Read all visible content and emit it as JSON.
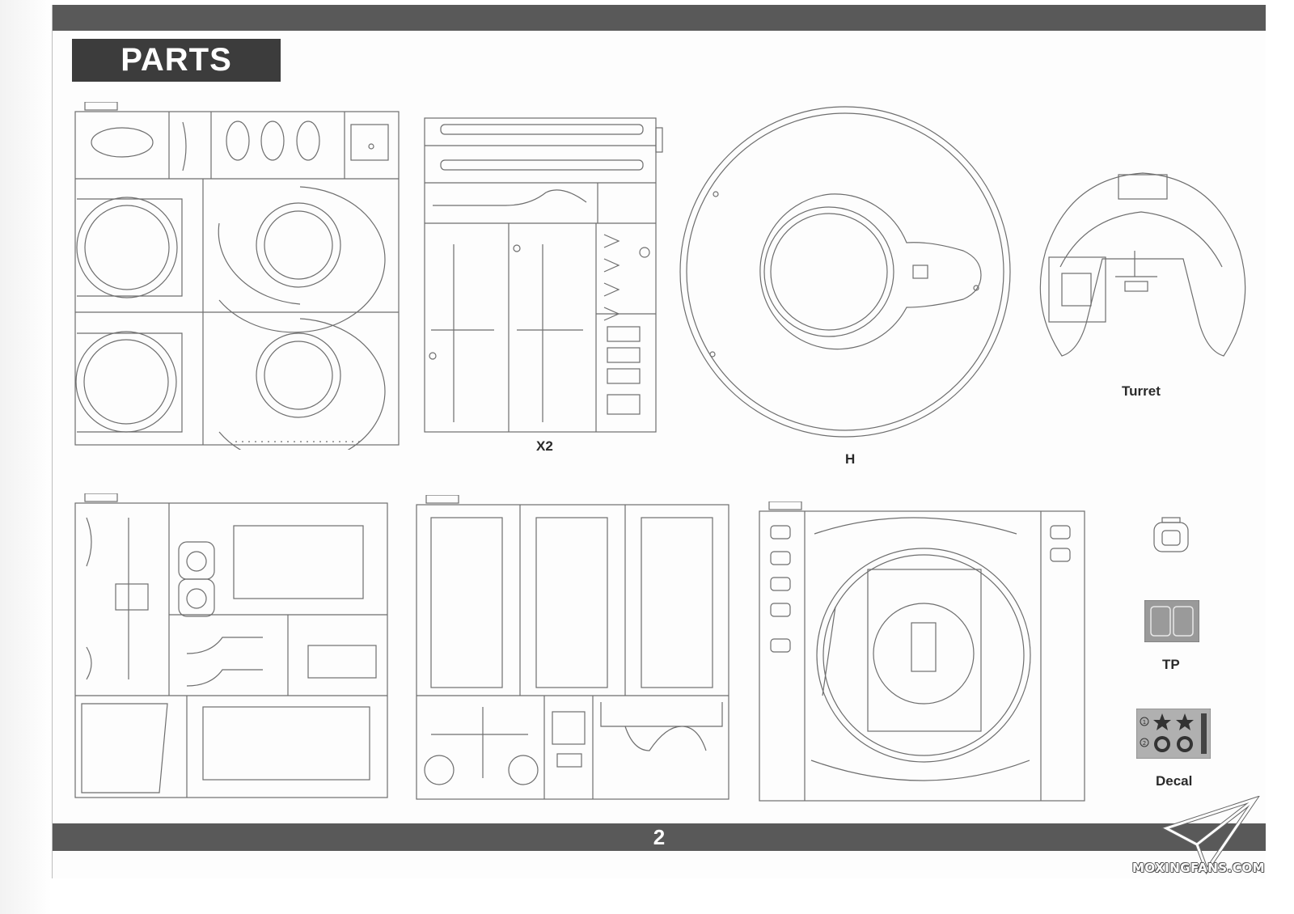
{
  "header": {
    "title": "PARTS"
  },
  "labels": {
    "x2": "X2",
    "h": "H",
    "turret": "Turret",
    "tp": "TP",
    "decal": "Decal"
  },
  "footer": {
    "page_number": "2"
  },
  "watermark": {
    "text": "MOXINGFANS.COM"
  },
  "decal_sheet": {
    "markings": [
      "1",
      "2"
    ]
  },
  "colors": {
    "bar": "#595959",
    "title_bg": "#3c3c3c",
    "line": "#6e6e6e"
  }
}
